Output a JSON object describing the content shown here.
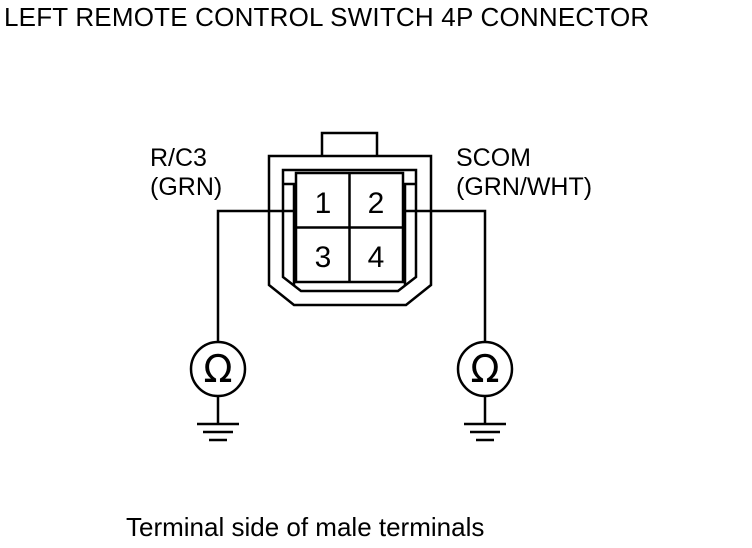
{
  "title": "LEFT REMOTE CONTROL SWITCH 4P CONNECTOR",
  "left_wire": {
    "name": "R/C3",
    "color": "(GRN)"
  },
  "right_wire": {
    "name": "SCOM",
    "color": "(GRN/WHT)"
  },
  "pins": [
    "1",
    "2",
    "3",
    "4"
  ],
  "meter_symbol": "Ω",
  "caption": "Terminal side of male terminals",
  "icons": {
    "meter": "ohmmeter-icon",
    "ground": "ground-icon"
  }
}
